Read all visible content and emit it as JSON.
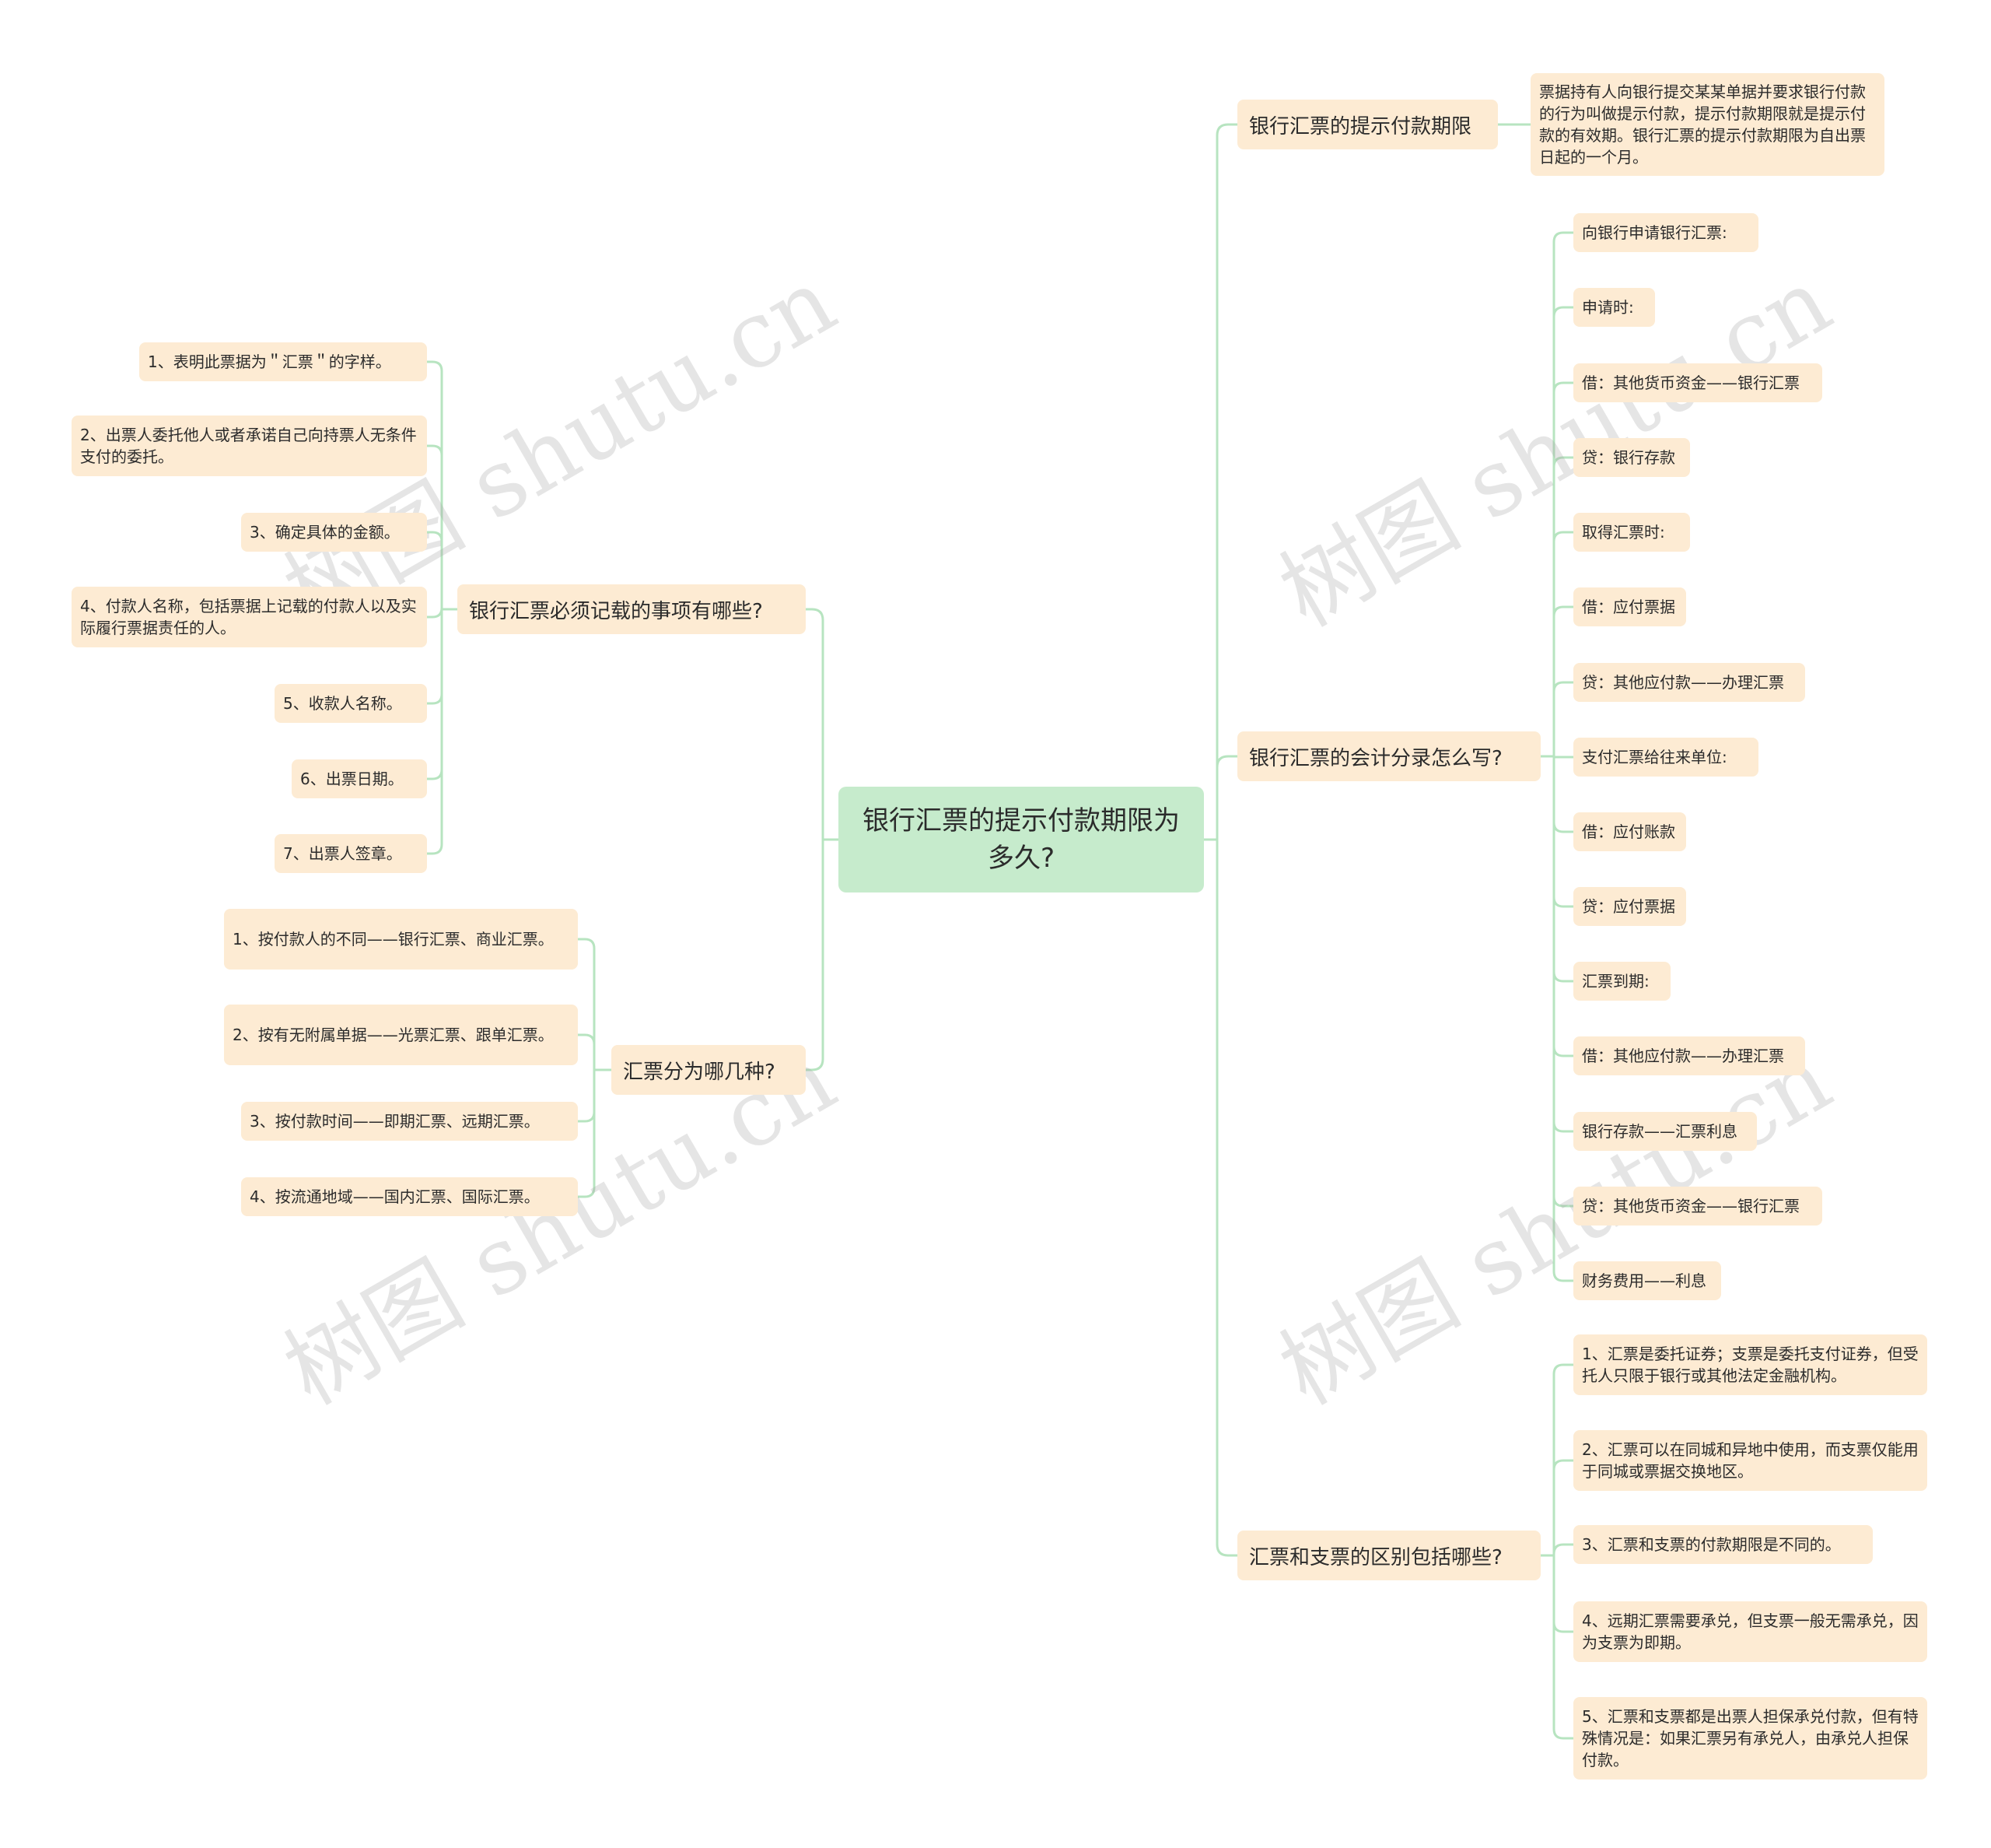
{
  "root": {
    "title": "银行汇票的提示付款期限为多久?"
  },
  "branches": {
    "period": {
      "label": "银行汇票的提示付款期限",
      "items": [
        "票据持有人向银行提交某某单据并要求银行付款的行为叫做提示付款，提示付款期限就是提示付款的有效期。银行汇票的提示付款期限为自出票日起的一个月。"
      ]
    },
    "entries": {
      "label": "银行汇票的会计分录怎么写?",
      "items": [
        "向银行申请银行汇票:",
        "申请时:",
        "借：其他货币资金——银行汇票",
        "贷：银行存款",
        "取得汇票时:",
        "借：应付票据",
        "贷：其他应付款——办理汇票",
        "支付汇票给往来单位:",
        "借：应付账款",
        "贷：应付票据",
        "汇票到期:",
        "借：其他应付款——办理汇票",
        "银行存款——汇票利息",
        "贷：其他货币资金——银行汇票",
        "财务费用——利息"
      ]
    },
    "difference": {
      "label": "汇票和支票的区别包括哪些?",
      "items": [
        "1、汇票是委托证券；支票是委托支付证券，但受托人只限于银行或其他法定金融机构。",
        "2、汇票可以在同城和异地中使用，而支票仅能用于同城或票据交换地区。",
        "3、汇票和支票的付款期限是不同的。",
        "4、远期汇票需要承兑，但支票一般无需承兑，因为支票为即期。",
        "5、汇票和支票都是出票人担保承兑付款，但有特殊情况是：如果汇票另有承兑人，由承兑人担保付款。"
      ]
    },
    "required": {
      "label": "银行汇票必须记载的事项有哪些?",
      "items": [
        "1、表明此票据为＂汇票＂的字样。",
        "2、出票人委托他人或者承诺自己向持票人无条件支付的委托。",
        "3、确定具体的金额。",
        "4、付款人名称，包括票据上记载的付款人以及实际履行票据责任的人。",
        "5、收款人名称。",
        "6、出票日期。",
        "7、出票人签章。"
      ]
    },
    "types": {
      "label": "汇票分为哪几种?",
      "items": [
        "1、按付款人的不同——银行汇票、商业汇票。",
        "2、按有无附属单据——光票汇票、跟单汇票。",
        "3、按付款时间——即期汇票、远期汇票。",
        "4、按流通地域——国内汇票、国际汇票。"
      ]
    }
  },
  "watermark": "树图 shutu.cn",
  "colors": {
    "root": "#c6ebcc",
    "node": "#fdebd3",
    "line": "#b7e4c0"
  }
}
